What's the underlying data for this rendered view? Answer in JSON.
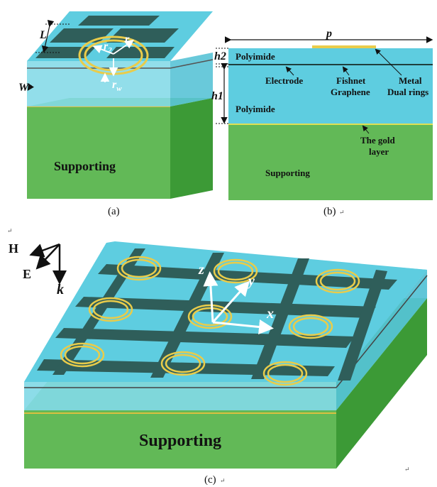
{
  "panel_a": {
    "label_L": "L",
    "label_W": "W",
    "label_r2": "r",
    "label_r2_sub": "2",
    "label_r1": "r",
    "label_r1_sub": "1",
    "label_rw": "r",
    "label_rw_sub": "w",
    "supporting": "Supporting",
    "caption": "(a)"
  },
  "panel_b": {
    "label_p": "p",
    "label_h2": "h2",
    "label_h1": "h1",
    "polyimide_top": "Polyimide",
    "polyimide_bottom": "Polyimide",
    "electrode": "Electrode",
    "fishnet": "Fishnet",
    "graphene": "Graphene",
    "metal": "Metal",
    "dual_rings": "Dual rings",
    "gold_1": "The gold",
    "gold_2": "layer",
    "supporting": "Supporting",
    "caption": "(b)",
    "return_mark": "↵"
  },
  "panel_c": {
    "label_H": "H",
    "label_E": "E",
    "label_k": "k",
    "axis_x": "x",
    "axis_y": "y",
    "axis_z": "z",
    "supporting": "Supporting",
    "caption": "(c)",
    "return_mark": "↵",
    "corner_mark": "↵"
  },
  "colors": {
    "cyan": "#5ecde0",
    "cyan_dark": "#3fb5cc",
    "green_top": "#7fce72",
    "green_front": "#62b957",
    "green_side": "#3c9a36",
    "fishnet": "#2f5e5a",
    "gold": "#e9cc4a"
  }
}
